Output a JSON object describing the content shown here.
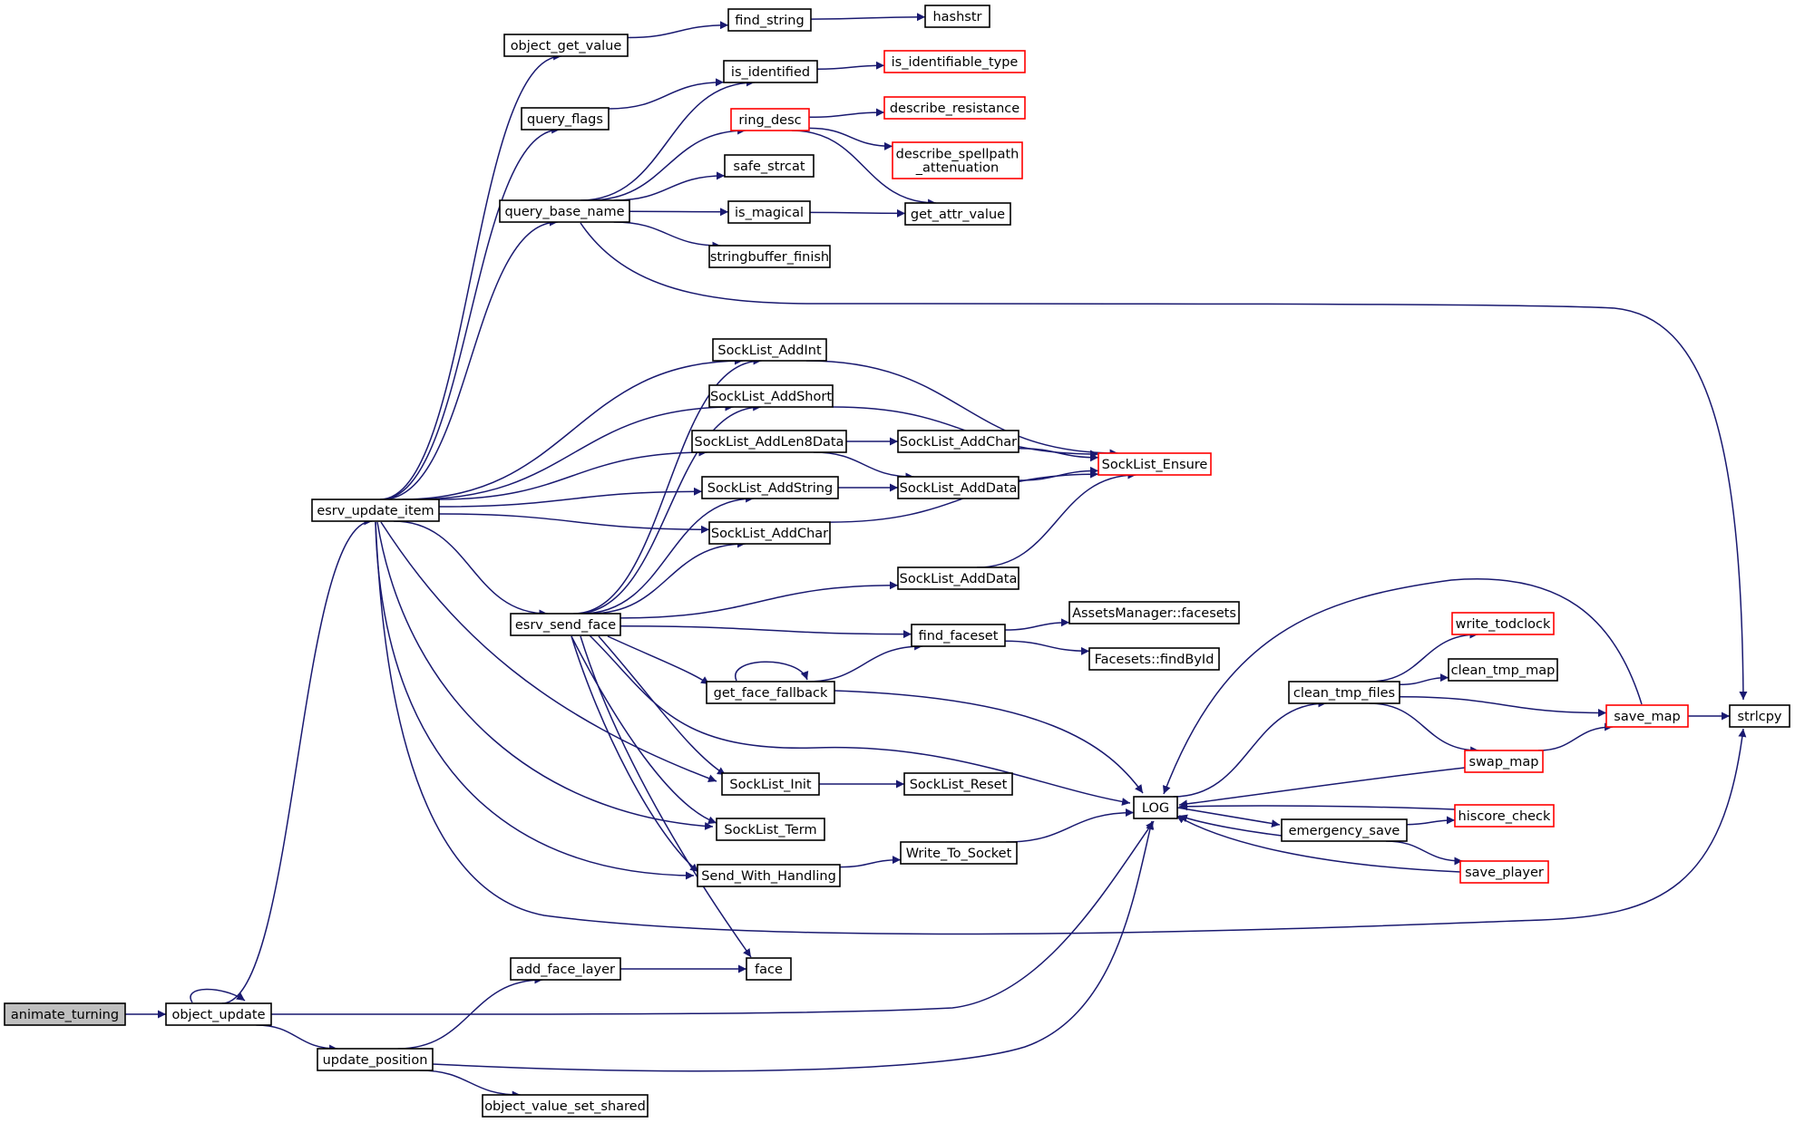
{
  "colors": {
    "edge": "#191970",
    "normal_border": "#000000",
    "truncated_border": "#ff0000",
    "root_fill": "#bfbfbf",
    "node_fill": "#ffffff"
  },
  "nodes": {
    "animate_turning": {
      "label": "animate_turning",
      "root": true
    },
    "object_update": {
      "label": "object_update"
    },
    "update_position": {
      "label": "update_position"
    },
    "object_value_set_shared": {
      "label": "object_value_set_shared"
    },
    "add_face_layer": {
      "label": "add_face_layer"
    },
    "face": {
      "label": "face"
    },
    "esrv_update_item": {
      "label": "esrv_update_item"
    },
    "object_get_value": {
      "label": "object_get_value"
    },
    "find_string": {
      "label": "find_string"
    },
    "hashstr": {
      "label": "hashstr"
    },
    "query_flags": {
      "label": "query_flags"
    },
    "is_identified": {
      "label": "is_identified"
    },
    "is_identifiable_type": {
      "label": "is_identifiable_type",
      "truncated": true
    },
    "query_base_name": {
      "label": "query_base_name"
    },
    "ring_desc": {
      "label": "ring_desc",
      "truncated": true
    },
    "describe_resistance": {
      "label": "describe_resistance",
      "truncated": true
    },
    "describe_spellpath_attenuation": {
      "label": "describe_spellpath\n_attenuation",
      "truncated": true
    },
    "safe_strcat": {
      "label": "safe_strcat"
    },
    "is_magical": {
      "label": "is_magical"
    },
    "get_attr_value": {
      "label": "get_attr_value"
    },
    "stringbuffer_finish": {
      "label": "stringbuffer_finish"
    },
    "SockList_AddInt": {
      "label": "SockList_AddInt"
    },
    "SockList_AddShort": {
      "label": "SockList_AddShort"
    },
    "SockList_AddLen8Data": {
      "label": "SockList_AddLen8Data"
    },
    "SockList_AddChar_r": {
      "label": "SockList_AddChar"
    },
    "SockList_Ensure": {
      "label": "SockList_Ensure",
      "truncated": true
    },
    "SockList_AddString": {
      "label": "SockList_AddString"
    },
    "SockList_AddData_1": {
      "label": "SockList_AddData"
    },
    "SockList_AddChar_l": {
      "label": "SockList_AddChar"
    },
    "SockList_AddData_2": {
      "label": "SockList_AddData"
    },
    "esrv_send_face": {
      "label": "esrv_send_face"
    },
    "find_faceset": {
      "label": "find_faceset"
    },
    "AssetsManager_facesets": {
      "label": "AssetsManager::facesets"
    },
    "Facesets_findById": {
      "label": "Facesets::findById"
    },
    "get_face_fallback": {
      "label": "get_face_fallback"
    },
    "SockList_Init": {
      "label": "SockList_Init"
    },
    "SockList_Reset": {
      "label": "SockList_Reset"
    },
    "SockList_Term": {
      "label": "SockList_Term"
    },
    "Send_With_Handling": {
      "label": "Send_With_Handling"
    },
    "Write_To_Socket": {
      "label": "Write_To_Socket"
    },
    "LOG": {
      "label": "LOG"
    },
    "clean_tmp_files": {
      "label": "clean_tmp_files"
    },
    "write_todclock": {
      "label": "write_todclock",
      "truncated": true
    },
    "clean_tmp_map": {
      "label": "clean_tmp_map"
    },
    "save_map": {
      "label": "save_map",
      "truncated": true
    },
    "strlcpy": {
      "label": "strlcpy"
    },
    "swap_map": {
      "label": "swap_map",
      "truncated": true
    },
    "emergency_save": {
      "label": "emergency_save"
    },
    "hiscore_check": {
      "label": "hiscore_check",
      "truncated": true
    },
    "save_player": {
      "label": "save_player",
      "truncated": true
    }
  },
  "edges": [
    [
      "animate_turning",
      "object_update"
    ],
    [
      "object_update",
      "object_update"
    ],
    [
      "object_update",
      "esrv_update_item"
    ],
    [
      "object_update",
      "LOG"
    ],
    [
      "object_update",
      "update_position"
    ],
    [
      "update_position",
      "add_face_layer"
    ],
    [
      "update_position",
      "LOG"
    ],
    [
      "update_position",
      "object_value_set_shared"
    ],
    [
      "add_face_layer",
      "face"
    ],
    [
      "esrv_update_item",
      "object_get_value"
    ],
    [
      "esrv_update_item",
      "query_flags"
    ],
    [
      "esrv_update_item",
      "query_base_name"
    ],
    [
      "esrv_update_item",
      "SockList_AddInt"
    ],
    [
      "esrv_update_item",
      "SockList_AddShort"
    ],
    [
      "esrv_update_item",
      "SockList_AddLen8Data"
    ],
    [
      "esrv_update_item",
      "SockList_AddString"
    ],
    [
      "esrv_update_item",
      "SockList_AddChar_l"
    ],
    [
      "esrv_update_item",
      "esrv_send_face"
    ],
    [
      "esrv_update_item",
      "SockList_Init"
    ],
    [
      "esrv_update_item",
      "SockList_Term"
    ],
    [
      "esrv_update_item",
      "Send_With_Handling"
    ],
    [
      "esrv_update_item",
      "strlcpy"
    ],
    [
      "object_get_value",
      "find_string"
    ],
    [
      "find_string",
      "hashstr"
    ],
    [
      "query_flags",
      "is_identified"
    ],
    [
      "is_identified",
      "is_identifiable_type"
    ],
    [
      "query_base_name",
      "is_identified"
    ],
    [
      "query_base_name",
      "ring_desc"
    ],
    [
      "query_base_name",
      "safe_strcat"
    ],
    [
      "query_base_name",
      "is_magical"
    ],
    [
      "query_base_name",
      "stringbuffer_finish"
    ],
    [
      "query_base_name",
      "strlcpy"
    ],
    [
      "ring_desc",
      "describe_resistance"
    ],
    [
      "ring_desc",
      "describe_spellpath_attenuation"
    ],
    [
      "ring_desc",
      "get_attr_value"
    ],
    [
      "is_magical",
      "get_attr_value"
    ],
    [
      "SockList_AddInt",
      "SockList_Ensure"
    ],
    [
      "SockList_AddShort",
      "SockList_Ensure"
    ],
    [
      "SockList_AddLen8Data",
      "SockList_AddChar_r"
    ],
    [
      "SockList_AddLen8Data",
      "SockList_AddData_1"
    ],
    [
      "SockList_AddChar_r",
      "SockList_Ensure"
    ],
    [
      "SockList_AddString",
      "SockList_AddData_1"
    ],
    [
      "SockList_AddData_1",
      "SockList_Ensure"
    ],
    [
      "SockList_AddChar_l",
      "SockList_Ensure"
    ],
    [
      "SockList_AddData_2",
      "SockList_Ensure"
    ],
    [
      "esrv_send_face",
      "SockList_AddInt"
    ],
    [
      "esrv_send_face",
      "SockList_AddShort"
    ],
    [
      "esrv_send_face",
      "SockList_AddString"
    ],
    [
      "esrv_send_face",
      "SockList_AddChar_l"
    ],
    [
      "esrv_send_face",
      "SockList_AddData_2"
    ],
    [
      "esrv_send_face",
      "find_faceset"
    ],
    [
      "esrv_send_face",
      "get_face_fallback"
    ],
    [
      "esrv_send_face",
      "LOG"
    ],
    [
      "esrv_send_face",
      "SockList_Init"
    ],
    [
      "esrv_send_face",
      "SockList_Term"
    ],
    [
      "esrv_send_face",
      "Send_With_Handling"
    ],
    [
      "esrv_send_face",
      "face"
    ],
    [
      "find_faceset",
      "AssetsManager_facesets"
    ],
    [
      "find_faceset",
      "Facesets_findById"
    ],
    [
      "get_face_fallback",
      "get_face_fallback"
    ],
    [
      "get_face_fallback",
      "find_faceset"
    ],
    [
      "get_face_fallback",
      "LOG"
    ],
    [
      "SockList_Init",
      "SockList_Reset"
    ],
    [
      "Send_With_Handling",
      "Write_To_Socket"
    ],
    [
      "Write_To_Socket",
      "LOG"
    ],
    [
      "LOG",
      "clean_tmp_files"
    ],
    [
      "LOG",
      "emergency_save"
    ],
    [
      "clean_tmp_files",
      "write_todclock"
    ],
    [
      "clean_tmp_files",
      "clean_tmp_map"
    ],
    [
      "clean_tmp_files",
      "save_map"
    ],
    [
      "clean_tmp_files",
      "swap_map"
    ],
    [
      "save_map",
      "LOG"
    ],
    [
      "save_map",
      "strlcpy"
    ],
    [
      "swap_map",
      "LOG"
    ],
    [
      "swap_map",
      "save_map"
    ],
    [
      "emergency_save",
      "LOG"
    ],
    [
      "emergency_save",
      "hiscore_check"
    ],
    [
      "emergency_save",
      "save_player"
    ],
    [
      "hiscore_check",
      "LOG"
    ],
    [
      "save_player",
      "LOG"
    ]
  ]
}
